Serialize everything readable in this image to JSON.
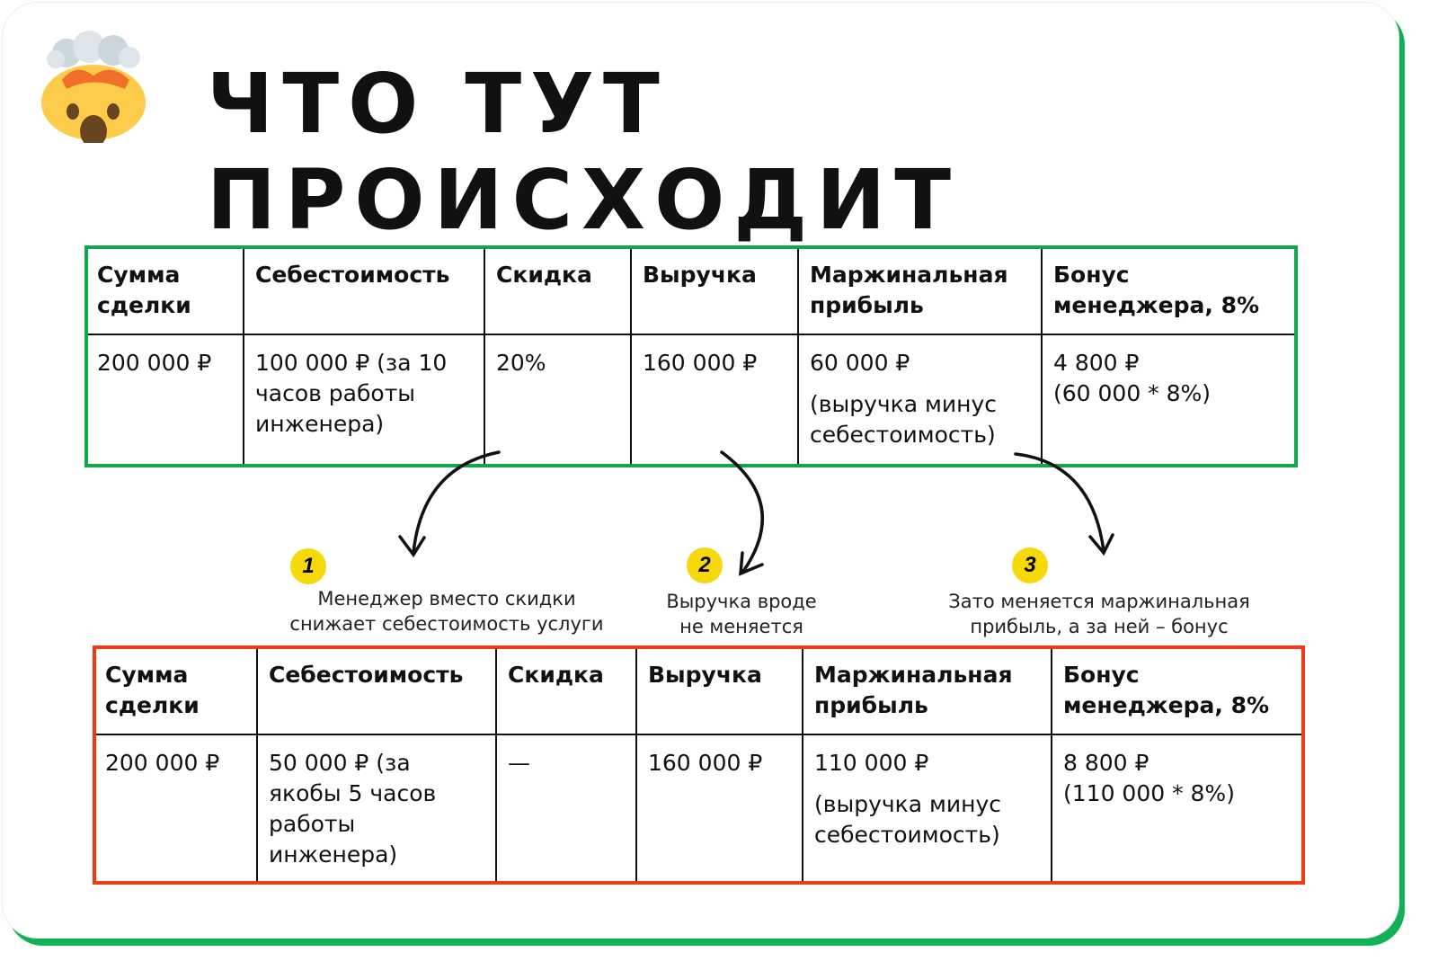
{
  "title": "ЧТО ТУТ ПРОИСХОДИТ",
  "headers": [
    "Сумма сделки",
    "Себестоимость",
    "Скидка",
    "Выручка",
    "Маржинальная прибыль",
    "Бонус менеджера, 8%"
  ],
  "table_before": {
    "sum": "200 000 ₽",
    "cost": "100 000 ₽ (за 10 часов работы инженера)",
    "discount": "20%",
    "revenue": "160 000 ₽",
    "margin": "60 000 ₽",
    "margin_note": "(выручка минус себестоимость)",
    "bonus": "4 800 ₽",
    "bonus_note": "(60 000 * 8%)"
  },
  "table_after": {
    "sum": "200 000 ₽",
    "cost": "50 000 ₽ (за якобы 5 часов работы инженера)",
    "discount": "—",
    "revenue": "160 000 ₽",
    "margin": "110 000 ₽",
    "margin_note": "(выручка минус себестоимость)",
    "bonus": "8 800 ₽",
    "bonus_note": "(110 000 * 8%)"
  },
  "notes": [
    {
      "num": "1",
      "text": "Менеджер вместо скидки снижает себестоимость услуги"
    },
    {
      "num": "2",
      "text": "Выручка вроде не меняется"
    },
    {
      "num": "3",
      "text": "Зато меняется маржинальная прибыль, а за ней – бонус"
    }
  ],
  "colors": {
    "before": "#12a64b",
    "after": "#ee3b13",
    "badge": "#f5d90a"
  }
}
